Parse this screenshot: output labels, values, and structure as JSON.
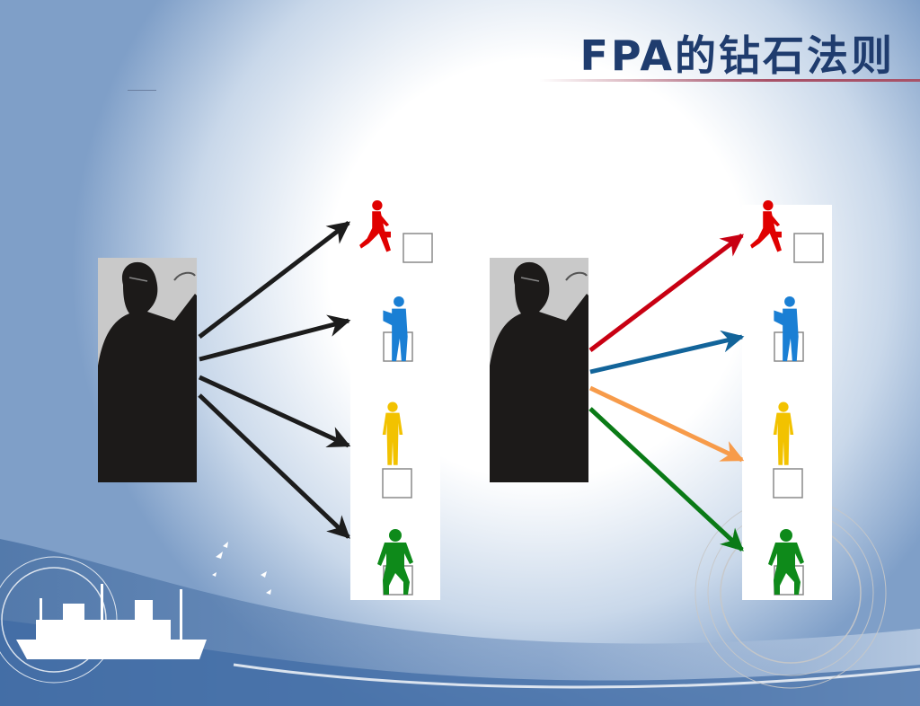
{
  "title": "FPA的钻石法则",
  "colors": {
    "title": "#1f3c6e",
    "boss": "#1c1a19",
    "person_red": "#e00000",
    "person_blue": "#1a7fd4",
    "person_yellow": "#f2c200",
    "person_green": "#0e8a1a",
    "arrow_black": "#1c1c1c",
    "arrow_red": "#c80012",
    "arrow_blue": "#12649a",
    "arrow_orange": "#f79b4a",
    "arrow_green": "#0a7a16"
  },
  "diagram_left": {
    "source": "boss-silhouette",
    "targets": [
      "walking-person-icon",
      "reading-person-icon",
      "standing-person-icon",
      "climbing-person-icon"
    ],
    "arrow_colors": [
      "arrow_black",
      "arrow_black",
      "arrow_black",
      "arrow_black"
    ]
  },
  "diagram_right": {
    "source": "boss-silhouette",
    "targets": [
      "walking-person-icon",
      "reading-person-icon",
      "standing-person-icon",
      "climbing-person-icon"
    ],
    "arrow_colors": [
      "arrow_red",
      "arrow_blue",
      "arrow_orange",
      "arrow_green"
    ]
  }
}
